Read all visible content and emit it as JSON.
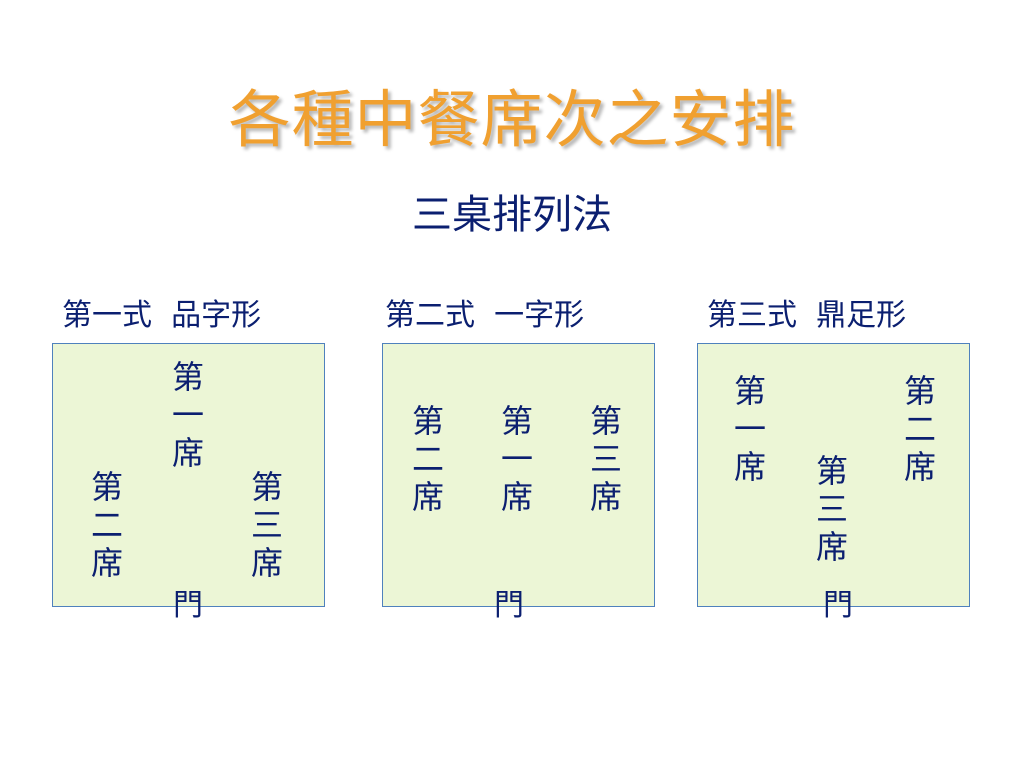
{
  "title": "各種中餐席次之安排",
  "subtitle": "三桌排列法",
  "styles": [
    {
      "label": "第一式  品字形",
      "seats": [
        "第一席",
        "第二席",
        "第三席"
      ],
      "door": "門"
    },
    {
      "label": "第二式  一字形",
      "seats": [
        "第二席",
        "第一席",
        "第三席"
      ],
      "door": "門"
    },
    {
      "label": "第三式  鼎足形",
      "seats": [
        "第一席",
        "第二席",
        "第三席"
      ],
      "door": "門"
    }
  ],
  "colors": {
    "title": "#f0a030",
    "text": "#0b1f70",
    "box_fill": "#ecf6d6",
    "box_border": "#4f81bd"
  }
}
